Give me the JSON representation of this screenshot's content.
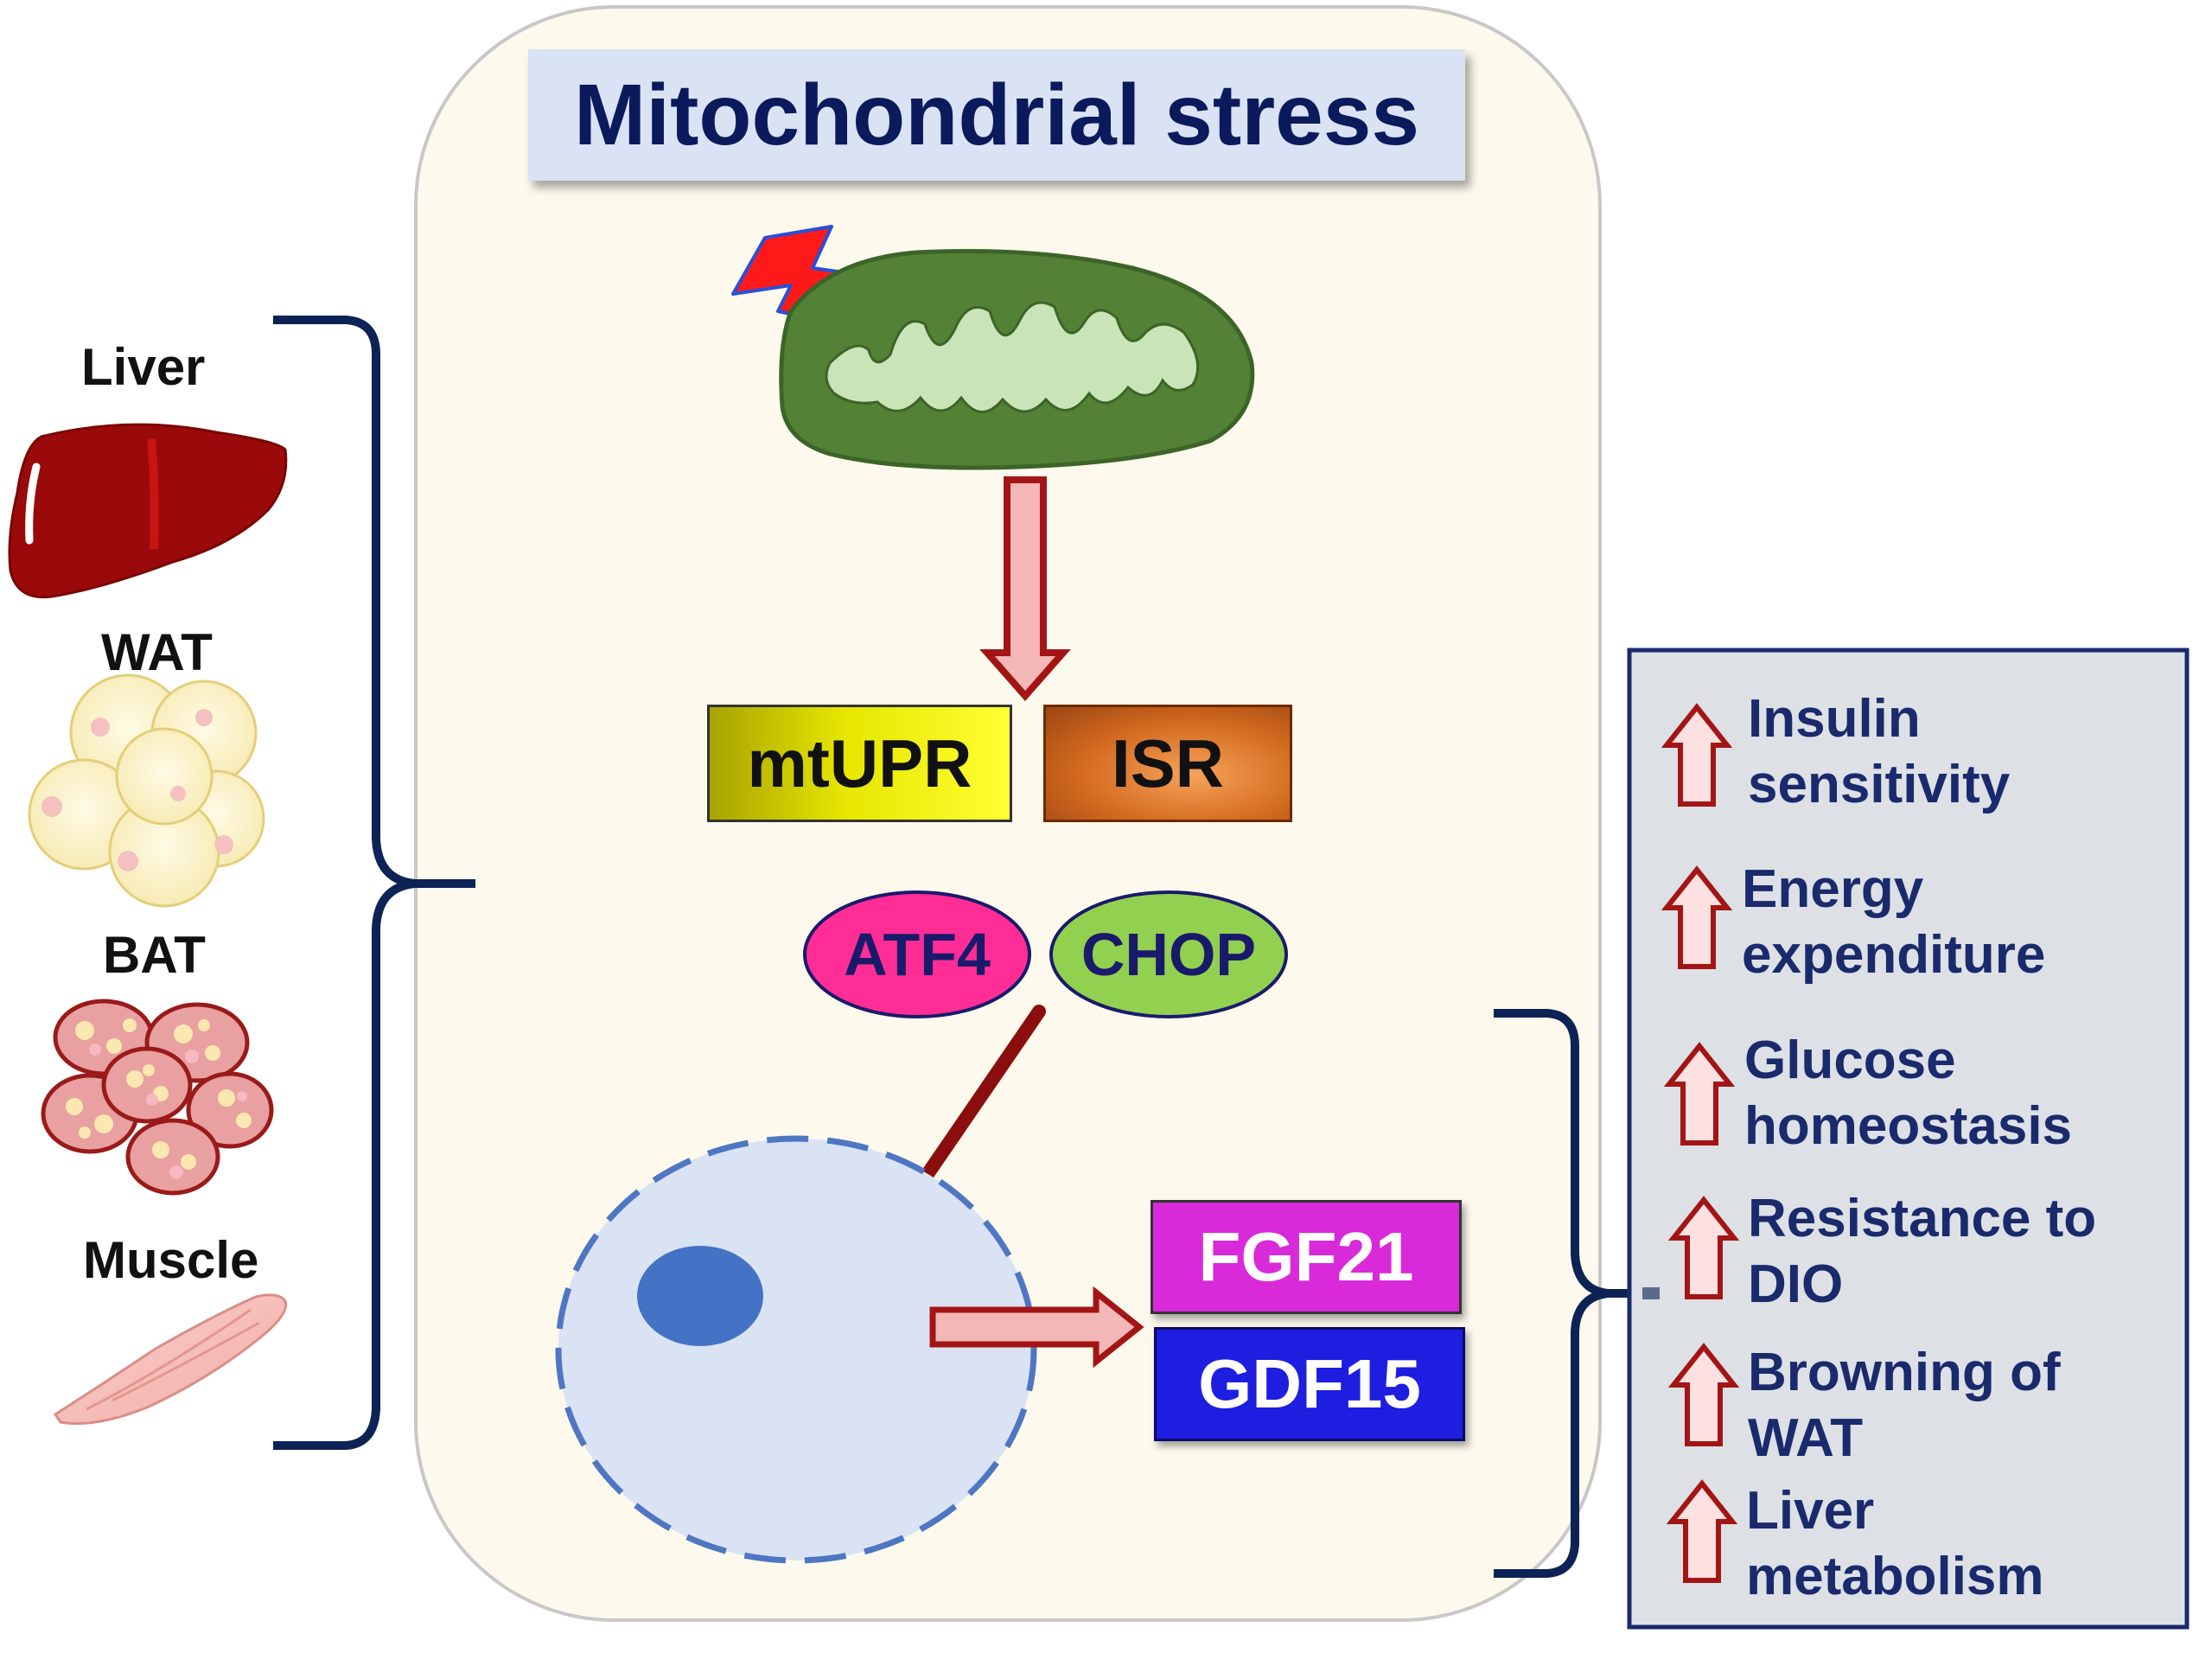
{
  "title": "Mitochondrial stress",
  "tissues": [
    "Liver",
    "WAT",
    "BAT",
    "Muscle"
  ],
  "stress_responses": [
    "mtUPR",
    "ISR"
  ],
  "transcription_factors": [
    "ATF4",
    "CHOP"
  ],
  "mitokines": [
    "FGF21",
    "GDF15"
  ],
  "effects": [
    "Insulin\nsensitivity",
    "Energy\nexpenditure",
    "Glucose\nhomeostasis",
    "Resistance to\nDIO",
    "Browning of\nWAT",
    "Liver\nmetabolism"
  ],
  "colors": {
    "title_text": "#0a1a5c",
    "title_bg": "#dae3f3",
    "cell_bg": "#fdf9ed",
    "bracket": "#0d2356",
    "arrow": "#a31515",
    "arrow_fill": "#f4b7b7",
    "atf4": "#ff2d95",
    "chop": "#92d050",
    "fgf21": "#d92ad9",
    "gdf15": "#1e1ee0",
    "effects_panel": "#dde1e6",
    "mitochondrion_outer": "#538135",
    "mitochondrion_inner": "#c9e5b8",
    "liver": "#9a0a0a"
  },
  "icons": [
    "lightning-bolt-icon",
    "mitochondrion-icon",
    "liver-icon",
    "white-adipose-icon",
    "brown-adipose-icon",
    "muscle-icon",
    "nucleus-icon",
    "up-arrow-icon"
  ]
}
